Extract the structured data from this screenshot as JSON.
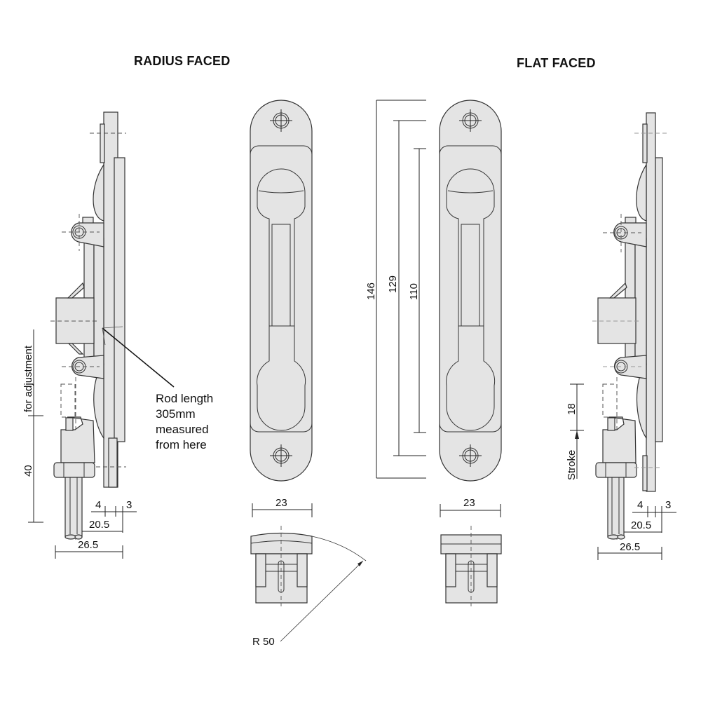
{
  "titles": {
    "radius": "RADIUS FACED",
    "flat": "FLAT FACED"
  },
  "annotations": {
    "rod_note": [
      "Rod length",
      "305mm",
      "measured",
      "from here"
    ],
    "for_adjustment": "for adjustment",
    "stroke": "Stroke",
    "radius_label": "R 50"
  },
  "dimensions": {
    "left_side": {
      "adjust": "40",
      "a": "4",
      "b": "3",
      "c": "20.5",
      "d": "26.5"
    },
    "right_side": {
      "stroke": "18",
      "a": "4",
      "b": "3",
      "c": "20.5",
      "d": "26.5"
    },
    "front_radius_width": "23",
    "front_flat_width": "23",
    "heights": {
      "overall": "146",
      "fixing_centres": "129",
      "recess": "110"
    }
  }
}
